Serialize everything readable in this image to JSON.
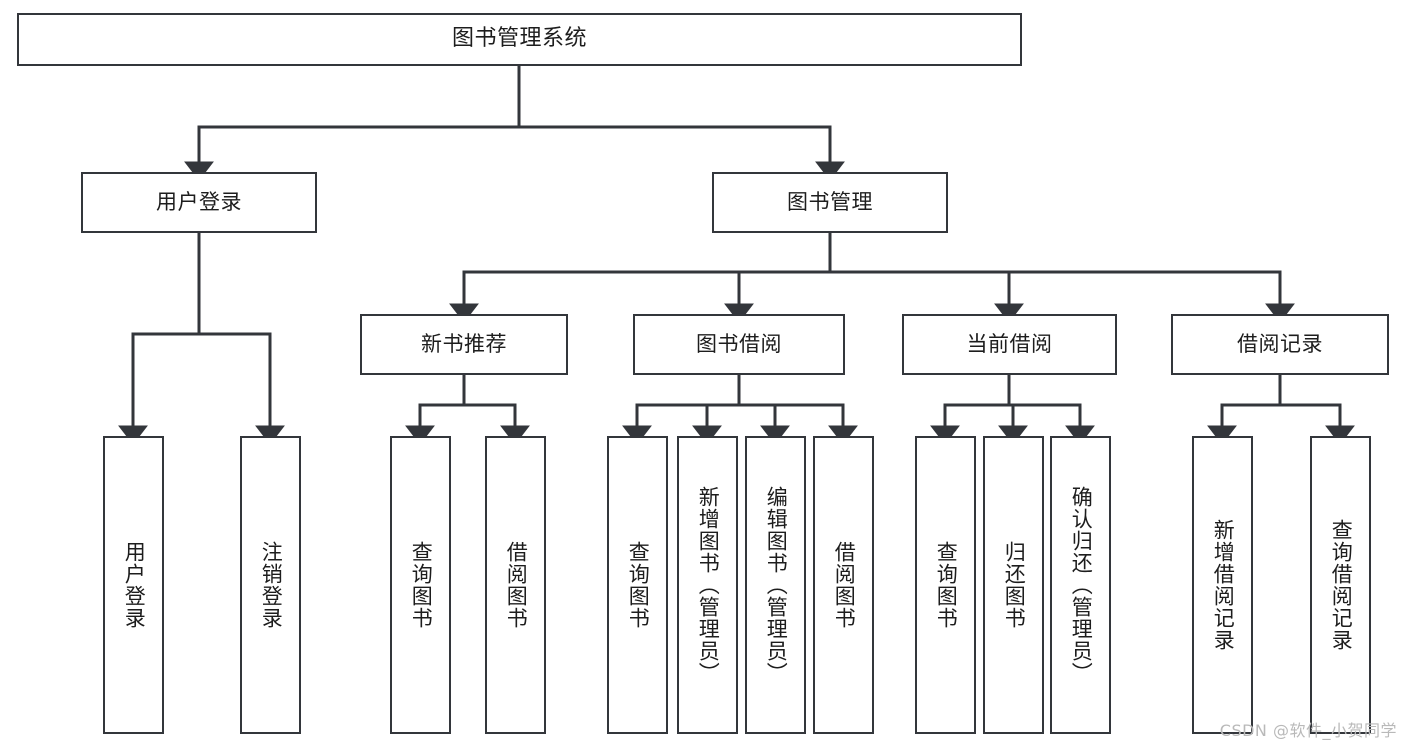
{
  "diagram": {
    "title": "图书管理系统",
    "type": "tree-hierarchy-chart",
    "watermark": "CSDN @软件_小贺同学",
    "colors": {
      "background": "#ffffff",
      "box_border": "#33363b",
      "box_fill": "#ffffff",
      "connector": "#33363b",
      "text": "#1d1d1d",
      "watermark": "#b9b9b9"
    },
    "nodes": {
      "root": {
        "label": "图书管理系统"
      },
      "level2": [
        {
          "id": "user-login",
          "label": "用户登录"
        },
        {
          "id": "book-management",
          "label": "图书管理"
        }
      ],
      "level3": [
        {
          "id": "new-book-recommend",
          "label": "新书推荐"
        },
        {
          "id": "book-borrow",
          "label": "图书借阅"
        },
        {
          "id": "current-borrow",
          "label": "当前借阅"
        },
        {
          "id": "borrow-record",
          "label": "借阅记录"
        }
      ],
      "leaves": {
        "user_login": [
          {
            "id": "leaf-user-login",
            "label": "用户登录"
          },
          {
            "id": "leaf-logout-login",
            "label": "注销登录"
          }
        ],
        "new_book_recommend": [
          {
            "id": "leaf-query-book-1",
            "label": "查询图书"
          },
          {
            "id": "leaf-borrow-book-1",
            "label": "借阅图书"
          }
        ],
        "book_borrow": [
          {
            "id": "leaf-query-book-2",
            "label": "查询图书"
          },
          {
            "id": "leaf-add-book",
            "label": "新增图书（管理员）"
          },
          {
            "id": "leaf-edit-book",
            "label": "编辑图书（管理员）"
          },
          {
            "id": "leaf-borrow-book-2",
            "label": "借阅图书"
          }
        ],
        "current_borrow": [
          {
            "id": "leaf-query-book-3",
            "label": "查询图书"
          },
          {
            "id": "leaf-return-book",
            "label": "归还图书"
          },
          {
            "id": "leaf-confirm-return",
            "label": "确认归还（管理员）"
          }
        ],
        "borrow_record": [
          {
            "id": "leaf-add-record",
            "label": "新增借阅记录"
          },
          {
            "id": "leaf-query-record",
            "label": "查询借阅记录"
          }
        ]
      }
    }
  }
}
